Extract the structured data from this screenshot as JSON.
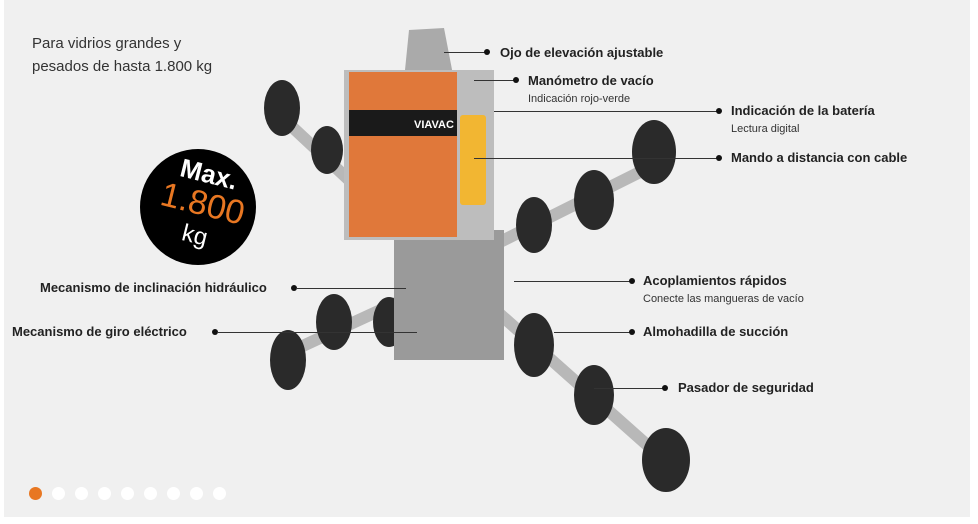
{
  "intro": {
    "line1": "Para vidrios grandes y",
    "line2": "pesados de hasta 1.800 kg"
  },
  "badge": {
    "max": "Max.",
    "value": "1.800",
    "unit": "kg"
  },
  "brand": "VIAVAC",
  "labels": {
    "ojo": {
      "title": "Ojo de elevación ajustable"
    },
    "manometro": {
      "title": "Manómetro de vacío",
      "sub": "Indicación rojo-verde"
    },
    "bateria": {
      "title": "Indicación de la batería",
      "sub": "Lectura digital"
    },
    "mando": {
      "title": "Mando a distancia con cable"
    },
    "acoplamientos": {
      "title": "Acoplamientos rápidos",
      "sub": "Conecte las mangueras de vacío"
    },
    "almohadilla": {
      "title": "Almohadilla de succión"
    },
    "pasador": {
      "title": "Pasador de seguridad"
    },
    "inclinacion": {
      "title": "Mecanismo de inclinación hidráulico"
    },
    "giro": {
      "title": "Mecanismo de giro eléctrico"
    }
  },
  "carousel": {
    "count": 9,
    "active": 1
  },
  "colors": {
    "accent": "#e87722",
    "background": "#f0f0f0"
  }
}
